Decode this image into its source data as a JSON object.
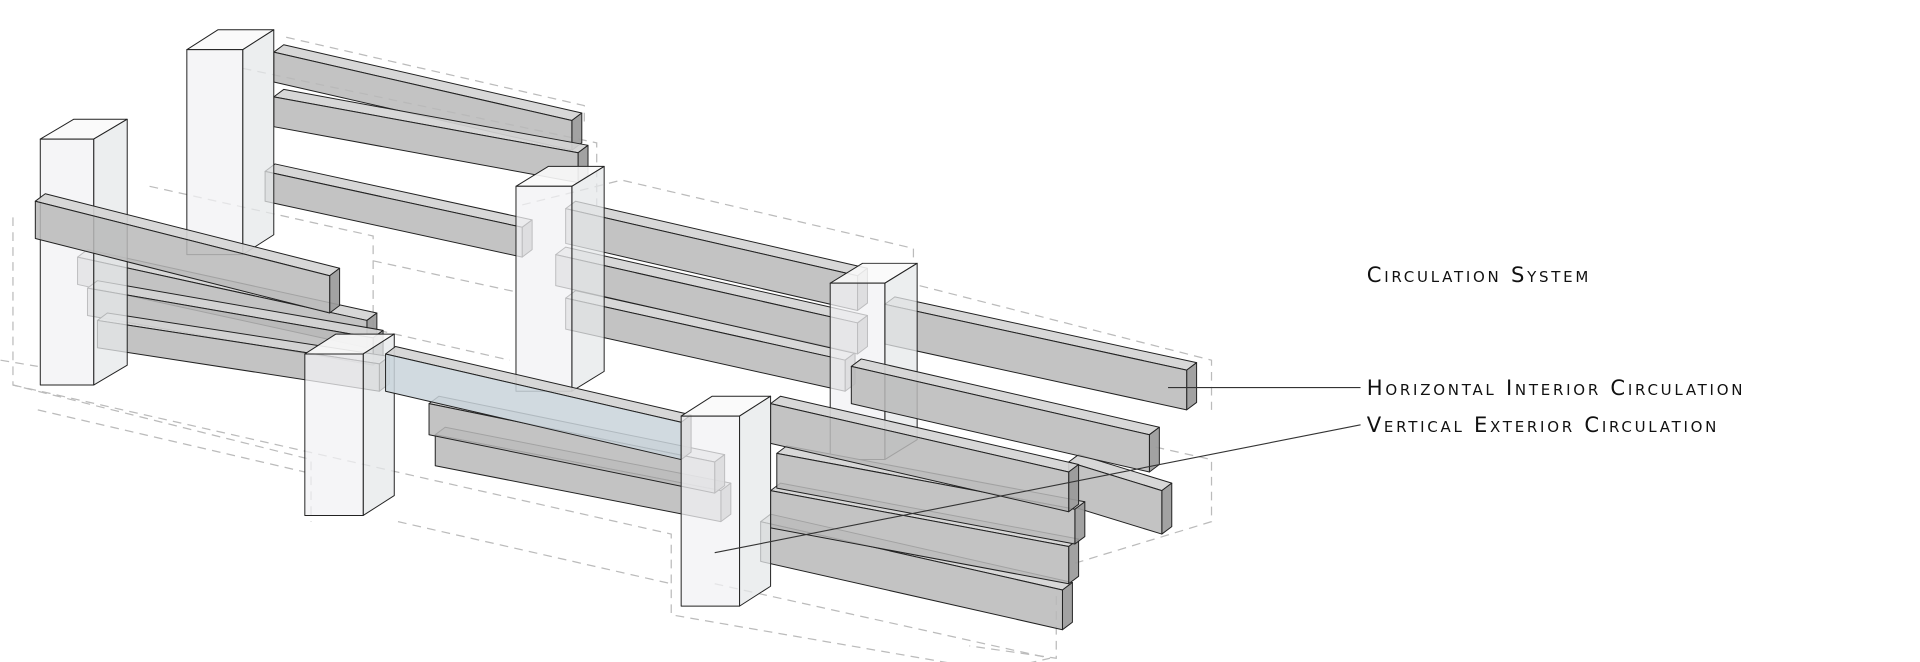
{
  "title": "Circulation System",
  "legend": {
    "horizontal": "Horizontal Interior Circulation",
    "vertical": "Vertical Exterior Circulation"
  },
  "colors": {
    "beam": "#b9b9b9",
    "beam_highlight": "#c9d3db",
    "tower": "#f1f2f4",
    "outline": "#222222"
  }
}
